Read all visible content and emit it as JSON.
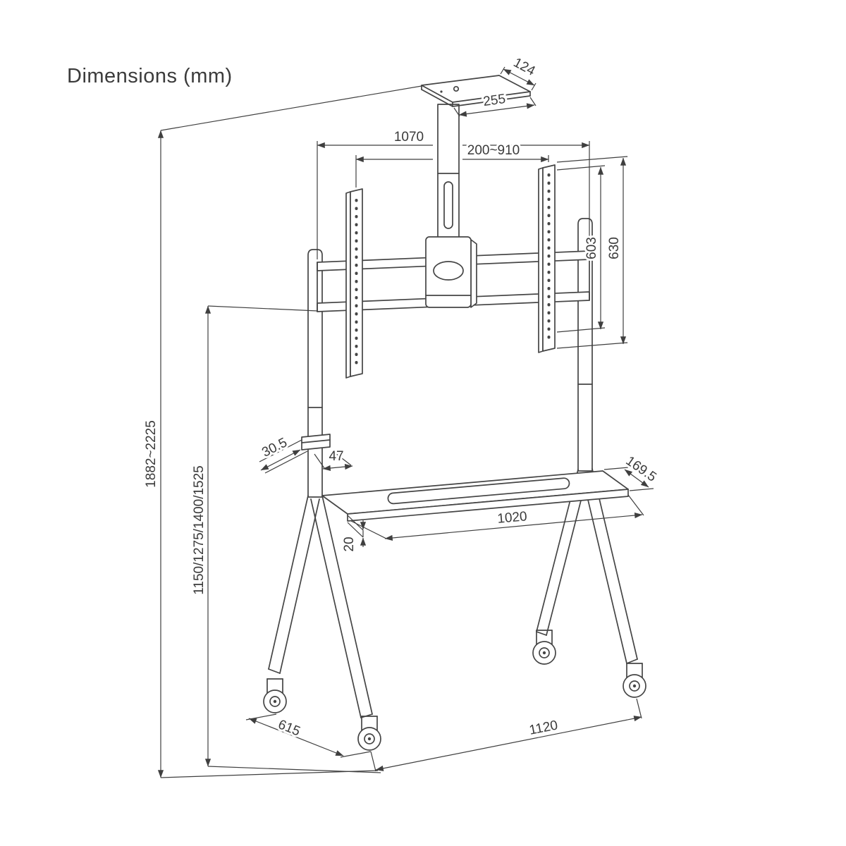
{
  "title": "Dimensions (mm)",
  "colors": {
    "line": "#454545",
    "label": "#3a3a3a"
  },
  "dims": {
    "top_plate_depth": "124",
    "top_plate_width": "255",
    "crossbar_width": "1070",
    "vesa_width_range": "200~910",
    "rail_height_inner": "603",
    "rail_height_outer": "630",
    "overall_height_range": "1882~2225",
    "display_height_options": "1150/1275/1400/1525",
    "hook_depth": "30.5",
    "hook_width": "47",
    "shelf_depth": "169.5",
    "shelf_width": "1020",
    "shelf_thickness": "20",
    "base_depth": "615",
    "base_width": "1120"
  }
}
